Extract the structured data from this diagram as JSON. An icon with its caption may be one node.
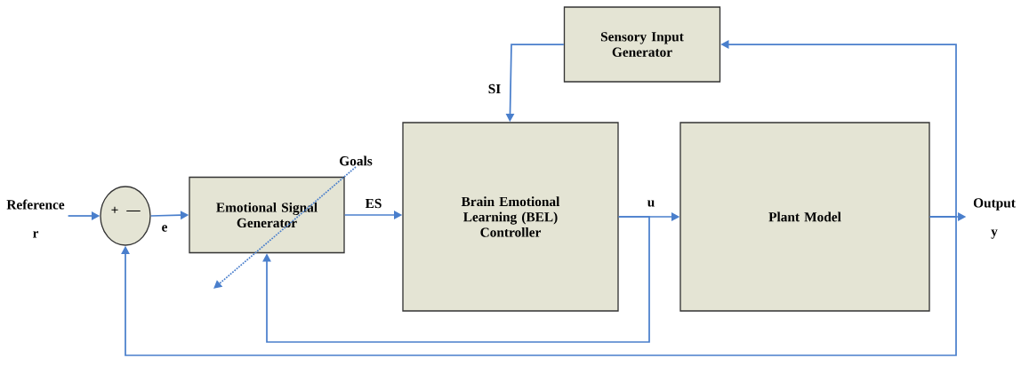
{
  "diagram": {
    "nodes": [
      {
        "text": [
          "Reference r"
        ]
      },
      {
        "text": [
          "+",
          "—"
        ]
      },
      {
        "text": [
          "Emotional Signal Generator"
        ]
      },
      {
        "text": [
          "Sensory Input Generator"
        ]
      },
      {
        "text": [
          "Brain Emotional Learning (BEL) Controller"
        ]
      },
      {
        "text": [
          "Plant Model"
        ]
      },
      {
        "text": [
          "Output y"
        ]
      },
      {
        "text": [
          "Goals"
        ]
      }
    ],
    "edges": [
      {
        "from": 0,
        "to": 1,
        "arrow": "to"
      },
      {
        "from": 1,
        "to": 2,
        "arrow": "to",
        "label": "e"
      },
      {
        "from": 2,
        "to": 4,
        "arrow": "to",
        "label": "ES"
      },
      {
        "from": 3,
        "to": 4,
        "arrow": "to",
        "label": "SI"
      },
      {
        "from": 4,
        "to": 5,
        "arrow": "to",
        "label": "u"
      },
      {
        "from": 5,
        "to": 6,
        "arrow": "to"
      },
      {
        "from": 5,
        "to": 3,
        "arrow": "to"
      },
      {
        "from": 5,
        "to": 1,
        "arrow": "to"
      },
      {
        "from": 4,
        "to": 2,
        "arrow": "to"
      },
      {
        "from": 7,
        "to": null,
        "arrow": "to",
        "style": "dashed"
      }
    ]
  }
}
